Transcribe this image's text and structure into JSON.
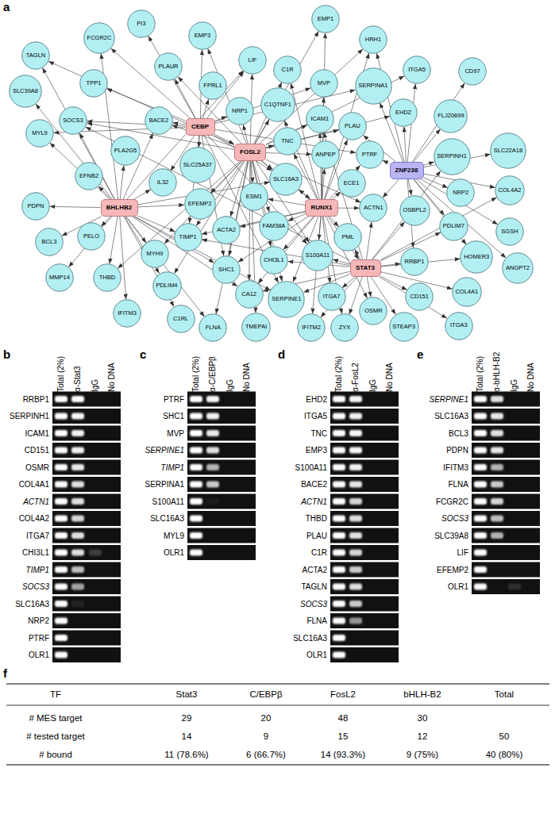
{
  "diagram": {
    "nodes": [
      {
        "text": [
          "EMP1"
        ]
      },
      {
        "text": [
          "PI3"
        ]
      },
      {
        "text": [
          "EMP3"
        ]
      },
      {
        "text": [
          "FCGR2C"
        ]
      },
      {
        "text": [
          "HRH1"
        ]
      },
      {
        "text": [
          "TAGLN"
        ]
      },
      {
        "text": [
          "LIF"
        ]
      },
      {
        "text": [
          "PLAUR"
        ]
      },
      {
        "text": [
          "C1R"
        ]
      },
      {
        "text": [
          "ITGA5"
        ]
      },
      {
        "text": [
          "CD97"
        ]
      },
      {
        "text": [
          "TPP1"
        ]
      },
      {
        "text": [
          "FPRL1"
        ]
      },
      {
        "text": [
          "MVP"
        ]
      },
      {
        "text": [
          "SERPINA1"
        ]
      },
      {
        "text": [
          "SLC39A8"
        ]
      },
      {
        "text": [
          "C1QTNF1"
        ]
      },
      {
        "text": [
          "NRP1"
        ]
      },
      {
        "text": [
          "EHD2"
        ]
      },
      {
        "text": [
          "ICAM1"
        ]
      },
      {
        "text": [
          "FLJ20699"
        ]
      },
      {
        "text": [
          "SOCS3"
        ]
      },
      {
        "text": [
          "BACE2"
        ]
      },
      {
        "text": [
          "CEBP"
        ]
      },
      {
        "text": [
          "PLAU"
        ]
      },
      {
        "text": [
          "MYL9"
        ]
      },
      {
        "text": [
          "TNC"
        ]
      },
      {
        "text": [
          "PLA2G5"
        ]
      },
      {
        "text": [
          "FOSL2"
        ]
      },
      {
        "text": [
          "SLC22A18"
        ]
      },
      {
        "text": [
          "ANPEP"
        ]
      },
      {
        "text": [
          "SERPINH1"
        ]
      },
      {
        "text": [
          "PTRF"
        ]
      },
      {
        "text": [
          "SLC25A37"
        ]
      },
      {
        "text": [
          "ZNF238"
        ]
      },
      {
        "text": [
          "EFNB2"
        ]
      },
      {
        "text": [
          "SLC16A3"
        ]
      },
      {
        "text": [
          "ECE1"
        ]
      },
      {
        "text": [
          "IL32"
        ]
      },
      {
        "text": [
          "NRP2"
        ]
      },
      {
        "text": [
          "COL4A2"
        ]
      },
      {
        "text": [
          "EFEMP2"
        ]
      },
      {
        "text": [
          "ESM1"
        ]
      },
      {
        "text": [
          "ACTN1"
        ]
      },
      {
        "text": [
          "BHLHB2"
        ]
      },
      {
        "text": [
          "RUNX1"
        ]
      },
      {
        "text": [
          "PDPN"
        ]
      },
      {
        "text": [
          "OSBPL2"
        ]
      },
      {
        "text": [
          "PDLIM7"
        ]
      },
      {
        "text": [
          "SGSH"
        ]
      },
      {
        "text": [
          "ACTA2"
        ]
      },
      {
        "text": [
          "TIMP1"
        ]
      },
      {
        "text": [
          "FAM38A"
        ]
      },
      {
        "text": [
          "BCL3"
        ]
      },
      {
        "text": [
          "PELO"
        ]
      },
      {
        "text": [
          "PML"
        ]
      },
      {
        "text": [
          "HOMER3"
        ]
      },
      {
        "text": [
          "MYH9"
        ]
      },
      {
        "text": [
          "CHI3L1"
        ]
      },
      {
        "text": [
          "S100A11"
        ]
      },
      {
        "text": [
          "ANGPT2"
        ]
      },
      {
        "text": [
          "RRBP1"
        ]
      },
      {
        "text": [
          "STAT3"
        ]
      },
      {
        "text": [
          "MMP14"
        ]
      },
      {
        "text": [
          "THBD"
        ]
      },
      {
        "text": [
          "PDLIM4"
        ]
      },
      {
        "text": [
          "SHC1"
        ]
      },
      {
        "text": [
          "CA12"
        ]
      },
      {
        "text": [
          "COL4A1"
        ]
      },
      {
        "text": [
          "CD151"
        ]
      },
      {
        "text": [
          "SERPINE1"
        ]
      },
      {
        "text": [
          "ITGA7"
        ]
      },
      {
        "text": [
          "IFITM3"
        ]
      },
      {
        "text": [
          "C1RL"
        ]
      },
      {
        "text": [
          "ITGA3"
        ]
      },
      {
        "text": [
          "OSMR"
        ]
      },
      {
        "text": [
          "FLNA"
        ]
      },
      {
        "text": [
          "TMEPAI"
        ]
      },
      {
        "text": [
          "IFITM2"
        ]
      },
      {
        "text": [
          "ZYX"
        ]
      },
      {
        "text": [
          "STEAP3"
        ]
      }
    ],
    "edges": [
      {
        "from": 23,
        "to": 1,
        "arrow": "to"
      },
      {
        "from": 23,
        "to": 2,
        "arrow": "to"
      },
      {
        "from": 23,
        "to": 7,
        "arrow": "to"
      },
      {
        "from": 23,
        "to": 12,
        "arrow": "to"
      },
      {
        "from": 23,
        "to": 6,
        "arrow": "to"
      },
      {
        "from": 23,
        "to": 13,
        "arrow": "to"
      },
      {
        "from": 23,
        "to": 14,
        "arrow": "to"
      },
      {
        "from": 23,
        "to": 17,
        "arrow": "to"
      },
      {
        "from": 23,
        "to": 21,
        "arrow": "to"
      },
      {
        "from": 23,
        "to": 22,
        "arrow": "to"
      },
      {
        "from": 23,
        "to": 11,
        "arrow": "to"
      },
      {
        "from": 23,
        "to": 33,
        "arrow": "to"
      },
      {
        "from": 23,
        "to": 38,
        "arrow": "to"
      },
      {
        "from": 23,
        "to": 32,
        "arrow": "to"
      },
      {
        "from": 23,
        "to": 66,
        "arrow": "to"
      },
      {
        "from": 23,
        "to": 70,
        "arrow": "to"
      },
      {
        "from": 23,
        "to": 51,
        "arrow": "to"
      },
      {
        "from": 23,
        "to": 59,
        "arrow": "to"
      },
      {
        "from": 23,
        "to": 36,
        "arrow": "to"
      },
      {
        "from": 23,
        "to": 25,
        "arrow": "to"
      },
      {
        "from": 23,
        "to": 3,
        "arrow": "to"
      },
      {
        "from": 23,
        "to": 28,
        "arrow": "to"
      },
      {
        "from": 28,
        "to": 18,
        "arrow": "to"
      },
      {
        "from": 28,
        "to": 9,
        "arrow": "to"
      },
      {
        "from": 28,
        "to": 26,
        "arrow": "to"
      },
      {
        "from": 28,
        "to": 2,
        "arrow": "to"
      },
      {
        "from": 28,
        "to": 59,
        "arrow": "to"
      },
      {
        "from": 28,
        "to": 22,
        "arrow": "to"
      },
      {
        "from": 28,
        "to": 43,
        "arrow": "to"
      },
      {
        "from": 28,
        "to": 64,
        "arrow": "to"
      },
      {
        "from": 28,
        "to": 24,
        "arrow": "to"
      },
      {
        "from": 28,
        "to": 8,
        "arrow": "to"
      },
      {
        "from": 28,
        "to": 50,
        "arrow": "to"
      },
      {
        "from": 28,
        "to": 5,
        "arrow": "to"
      },
      {
        "from": 28,
        "to": 21,
        "arrow": "to"
      },
      {
        "from": 28,
        "to": 76,
        "arrow": "to"
      },
      {
        "from": 28,
        "to": 36,
        "arrow": "to"
      },
      {
        "from": 28,
        "to": 0,
        "arrow": "to"
      },
      {
        "from": 28,
        "to": 16,
        "arrow": "to"
      },
      {
        "from": 28,
        "to": 19,
        "arrow": "to"
      },
      {
        "from": 28,
        "to": 17,
        "arrow": "to"
      },
      {
        "from": 28,
        "to": 30,
        "arrow": "to"
      },
      {
        "from": 28,
        "to": 42,
        "arrow": "to"
      },
      {
        "from": 28,
        "to": 41,
        "arrow": "to"
      },
      {
        "from": 28,
        "to": 51,
        "arrow": "to"
      },
      {
        "from": 28,
        "to": 57,
        "arrow": "to"
      },
      {
        "from": 28,
        "to": 67,
        "arrow": "to"
      },
      {
        "from": 28,
        "to": 70,
        "arrow": "to"
      },
      {
        "from": 28,
        "to": 4,
        "arrow": "to"
      },
      {
        "from": 28,
        "to": 6,
        "arrow": "to"
      },
      {
        "from": 28,
        "to": 7,
        "arrow": "to"
      },
      {
        "from": 28,
        "to": 45,
        "arrow": "to"
      },
      {
        "from": 28,
        "to": 65,
        "arrow": "to"
      },
      {
        "from": 28,
        "to": 66,
        "arrow": "to"
      },
      {
        "from": 28,
        "to": 58,
        "arrow": "to"
      },
      {
        "from": 28,
        "to": 52,
        "arrow": "to"
      },
      {
        "from": 28,
        "to": 77,
        "arrow": "to"
      },
      {
        "from": 44,
        "to": 70,
        "arrow": "to"
      },
      {
        "from": 44,
        "to": 36,
        "arrow": "to"
      },
      {
        "from": 44,
        "to": 53,
        "arrow": "to"
      },
      {
        "from": 44,
        "to": 46,
        "arrow": "to"
      },
      {
        "from": 44,
        "to": 72,
        "arrow": "to"
      },
      {
        "from": 44,
        "to": 76,
        "arrow": "to"
      },
      {
        "from": 44,
        "to": 3,
        "arrow": "to"
      },
      {
        "from": 44,
        "to": 21,
        "arrow": "to"
      },
      {
        "from": 44,
        "to": 15,
        "arrow": "to"
      },
      {
        "from": 44,
        "to": 6,
        "arrow": "to"
      },
      {
        "from": 44,
        "to": 41,
        "arrow": "to"
      },
      {
        "from": 44,
        "to": 25,
        "arrow": "to"
      },
      {
        "from": 44,
        "to": 35,
        "arrow": "to"
      },
      {
        "from": 44,
        "to": 27,
        "arrow": "to"
      },
      {
        "from": 44,
        "to": 54,
        "arrow": "to"
      },
      {
        "from": 44,
        "to": 63,
        "arrow": "to"
      },
      {
        "from": 44,
        "to": 64,
        "arrow": "to"
      },
      {
        "from": 44,
        "to": 51,
        "arrow": "to"
      },
      {
        "from": 44,
        "to": 57,
        "arrow": "to"
      },
      {
        "from": 44,
        "to": 65,
        "arrow": "to"
      },
      {
        "from": 44,
        "to": 5,
        "arrow": "to"
      },
      {
        "from": 44,
        "to": 22,
        "arrow": "to"
      },
      {
        "from": 44,
        "to": 38,
        "arrow": "to"
      },
      {
        "from": 44,
        "to": 73,
        "arrow": "to"
      },
      {
        "from": 44,
        "to": 66,
        "arrow": "to"
      },
      {
        "from": 44,
        "to": 67,
        "arrow": "to"
      },
      {
        "from": 45,
        "to": 0,
        "arrow": "to"
      },
      {
        "from": 45,
        "to": 8,
        "arrow": "to"
      },
      {
        "from": 45,
        "to": 13,
        "arrow": "to"
      },
      {
        "from": 45,
        "to": 19,
        "arrow": "to"
      },
      {
        "from": 45,
        "to": 24,
        "arrow": "to"
      },
      {
        "from": 45,
        "to": 30,
        "arrow": "to"
      },
      {
        "from": 45,
        "to": 32,
        "arrow": "to"
      },
      {
        "from": 45,
        "to": 37,
        "arrow": "to"
      },
      {
        "from": 45,
        "to": 26,
        "arrow": "to"
      },
      {
        "from": 45,
        "to": 36,
        "arrow": "to"
      },
      {
        "from": 45,
        "to": 42,
        "arrow": "to"
      },
      {
        "from": 45,
        "to": 43,
        "arrow": "to"
      },
      {
        "from": 45,
        "to": 52,
        "arrow": "to"
      },
      {
        "from": 45,
        "to": 55,
        "arrow": "to"
      },
      {
        "from": 45,
        "to": 59,
        "arrow": "to"
      },
      {
        "from": 45,
        "to": 58,
        "arrow": "to"
      },
      {
        "from": 45,
        "to": 50,
        "arrow": "to"
      },
      {
        "from": 45,
        "to": 51,
        "arrow": "to"
      },
      {
        "from": 45,
        "to": 70,
        "arrow": "to"
      },
      {
        "from": 45,
        "to": 67,
        "arrow": "to"
      },
      {
        "from": 45,
        "to": 66,
        "arrow": "to"
      },
      {
        "from": 45,
        "to": 71,
        "arrow": "to"
      },
      {
        "from": 45,
        "to": 78,
        "arrow": "to"
      },
      {
        "from": 45,
        "to": 75,
        "arrow": "to"
      },
      {
        "from": 45,
        "to": 79,
        "arrow": "to"
      },
      {
        "from": 45,
        "to": 62,
        "arrow": "to"
      },
      {
        "from": 45,
        "to": 4,
        "arrow": "to"
      },
      {
        "from": 45,
        "to": 16,
        "arrow": "to"
      },
      {
        "from": 34,
        "to": 9,
        "arrow": "to"
      },
      {
        "from": 34,
        "to": 10,
        "arrow": "to"
      },
      {
        "from": 34,
        "to": 20,
        "arrow": "to"
      },
      {
        "from": 34,
        "to": 18,
        "arrow": "to"
      },
      {
        "from": 34,
        "to": 31,
        "arrow": "to"
      },
      {
        "from": 34,
        "to": 29,
        "arrow": "to"
      },
      {
        "from": 34,
        "to": 39,
        "arrow": "to"
      },
      {
        "from": 34,
        "to": 40,
        "arrow": "to"
      },
      {
        "from": 34,
        "to": 48,
        "arrow": "to"
      },
      {
        "from": 34,
        "to": 49,
        "arrow": "to"
      },
      {
        "from": 34,
        "to": 56,
        "arrow": "to"
      },
      {
        "from": 34,
        "to": 60,
        "arrow": "to"
      },
      {
        "from": 34,
        "to": 47,
        "arrow": "to"
      },
      {
        "from": 34,
        "to": 43,
        "arrow": "to"
      },
      {
        "from": 34,
        "to": 32,
        "arrow": "to"
      },
      {
        "from": 34,
        "to": 14,
        "arrow": "to"
      },
      {
        "from": 34,
        "to": 24,
        "arrow": "to"
      },
      {
        "from": 34,
        "to": 61,
        "arrow": "to"
      },
      {
        "from": 34,
        "to": 4,
        "arrow": "to"
      },
      {
        "from": 62,
        "to": 61,
        "arrow": "to"
      },
      {
        "from": 62,
        "to": 31,
        "arrow": "to"
      },
      {
        "from": 62,
        "to": 19,
        "arrow": "to"
      },
      {
        "from": 62,
        "to": 69,
        "arrow": "to"
      },
      {
        "from": 62,
        "to": 75,
        "arrow": "to"
      },
      {
        "from": 62,
        "to": 68,
        "arrow": "to"
      },
      {
        "from": 62,
        "to": 43,
        "arrow": "to"
      },
      {
        "from": 62,
        "to": 40,
        "arrow": "to"
      },
      {
        "from": 62,
        "to": 71,
        "arrow": "to"
      },
      {
        "from": 62,
        "to": 58,
        "arrow": "to"
      },
      {
        "from": 62,
        "to": 51,
        "arrow": "to"
      },
      {
        "from": 62,
        "to": 21,
        "arrow": "to"
      },
      {
        "from": 62,
        "to": 74,
        "arrow": "to"
      },
      {
        "from": 62,
        "to": 80,
        "arrow": "to"
      },
      {
        "from": 62,
        "to": 79,
        "arrow": "to"
      },
      {
        "from": 62,
        "to": 55,
        "arrow": "to"
      },
      {
        "from": 62,
        "to": 59,
        "arrow": "to"
      },
      {
        "from": 62,
        "to": 67,
        "arrow": "to"
      },
      {
        "from": 62,
        "to": 70,
        "arrow": "to"
      },
      {
        "from": 62,
        "to": 56,
        "arrow": "to"
      },
      {
        "from": 62,
        "to": 47,
        "arrow": "to"
      },
      {
        "from": 62,
        "to": 78,
        "arrow": "to"
      },
      {
        "from": 62,
        "to": 48,
        "arrow": "to"
      }
    ],
    "labels": [
      "a",
      "b",
      "Total (2%)",
      "α-Stat3",
      "IgG",
      "No DNA",
      "RRBP1",
      "SERPINH1",
      "ICAM1",
      "CD151",
      "OSMR",
      "COL4A1",
      "ACTN1",
      "COL4A2",
      "ITGA7",
      "CHI3L1",
      "TIMP1",
      "SOCS3",
      "SLC16A3",
      "NRP2",
      "PTRF",
      "OLR1",
      "c",
      "Total (2%)",
      "α-C/EBPβ",
      "IgG",
      "No DNA",
      "PTRF",
      "SHC1",
      "MVP",
      "SERPINE1",
      "TIMP1",
      "SERPINA1",
      "S100A11",
      "SLC16A3",
      "MYL9",
      "OLR1",
      "d",
      "Total (2%)",
      "α-FosL2",
      "IgG",
      "No DNA",
      "EHD2",
      "ITGA5",
      "TNC",
      "EMP3",
      "S100A11",
      "BACE2",
      "ACTN1",
      "THBD",
      "PLAU",
      "C1R",
      "ACTA2",
      "TAGLN",
      "SOCS3",
      "FLNA",
      "SLC16A3",
      "OLR1",
      "e",
      "Total (2%)",
      "α-bHLH-B2",
      "IgG",
      "No DNA",
      "SERPINE1",
      "SLC16A3",
      "BCL3",
      "PDPN",
      "IFITM3",
      "FLNA",
      "FCGR2C",
      "SOCS3",
      "SLC39A8",
      "LIF",
      "EFEMP2",
      "OLR1",
      "f",
      "TF",
      "Stat3",
      "C/EBPβ",
      "FosL2",
      "bHLH-B2",
      "Total",
      "# MES target",
      "29",
      "20",
      "48",
      "30",
      "# tested target",
      "14",
      "9",
      "15",
      "12",
      "50",
      "# bound",
      "11 (78.6%)",
      "6 (66.7%)",
      "14 (93.3%)",
      "9 (75%)",
      "40 (80%)"
    ]
  }
}
